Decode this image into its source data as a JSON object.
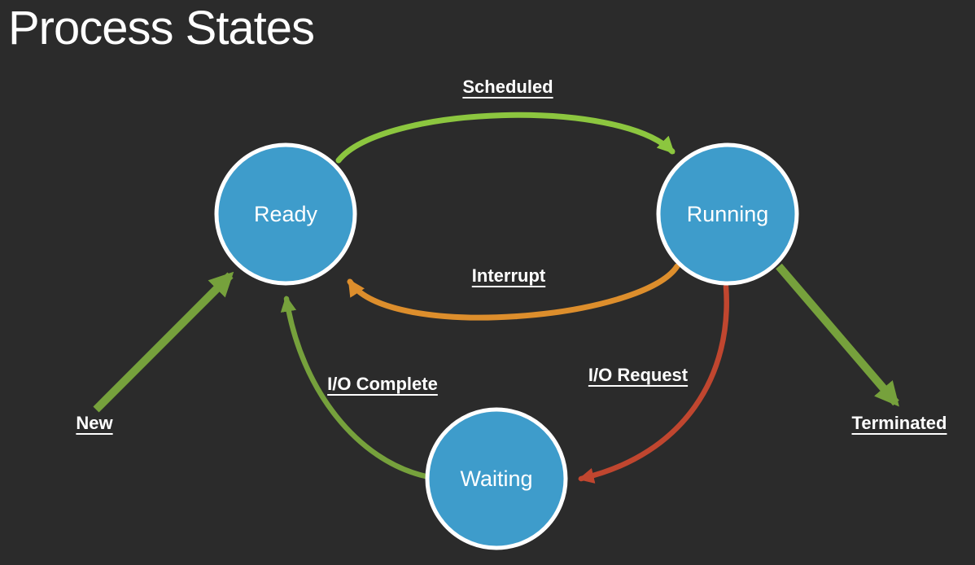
{
  "title": "Process States",
  "colors": {
    "background": "#2b2b2b",
    "node_fill": "#3e9ccb",
    "node_border": "#ffffff",
    "text": "#ffffff",
    "green_bright": "#8cc63f",
    "green_olive": "#76a13c",
    "orange": "#dd8e2c",
    "red": "#c0462f"
  },
  "nodes": {
    "ready": {
      "label": "Ready"
    },
    "running": {
      "label": "Running"
    },
    "waiting": {
      "label": "Waiting"
    }
  },
  "edges": {
    "scheduled": {
      "label": "Scheduled",
      "from": "Ready",
      "to": "Running"
    },
    "interrupt": {
      "label": "Interrupt",
      "from": "Running",
      "to": "Ready"
    },
    "io_request": {
      "label": "I/O Request",
      "from": "Running",
      "to": "Waiting"
    },
    "io_complete": {
      "label": "I/O Complete",
      "from": "Waiting",
      "to": "Ready"
    },
    "new": {
      "label": "New",
      "to": "Ready"
    },
    "terminated": {
      "label": "Terminated",
      "from": "Running"
    }
  }
}
